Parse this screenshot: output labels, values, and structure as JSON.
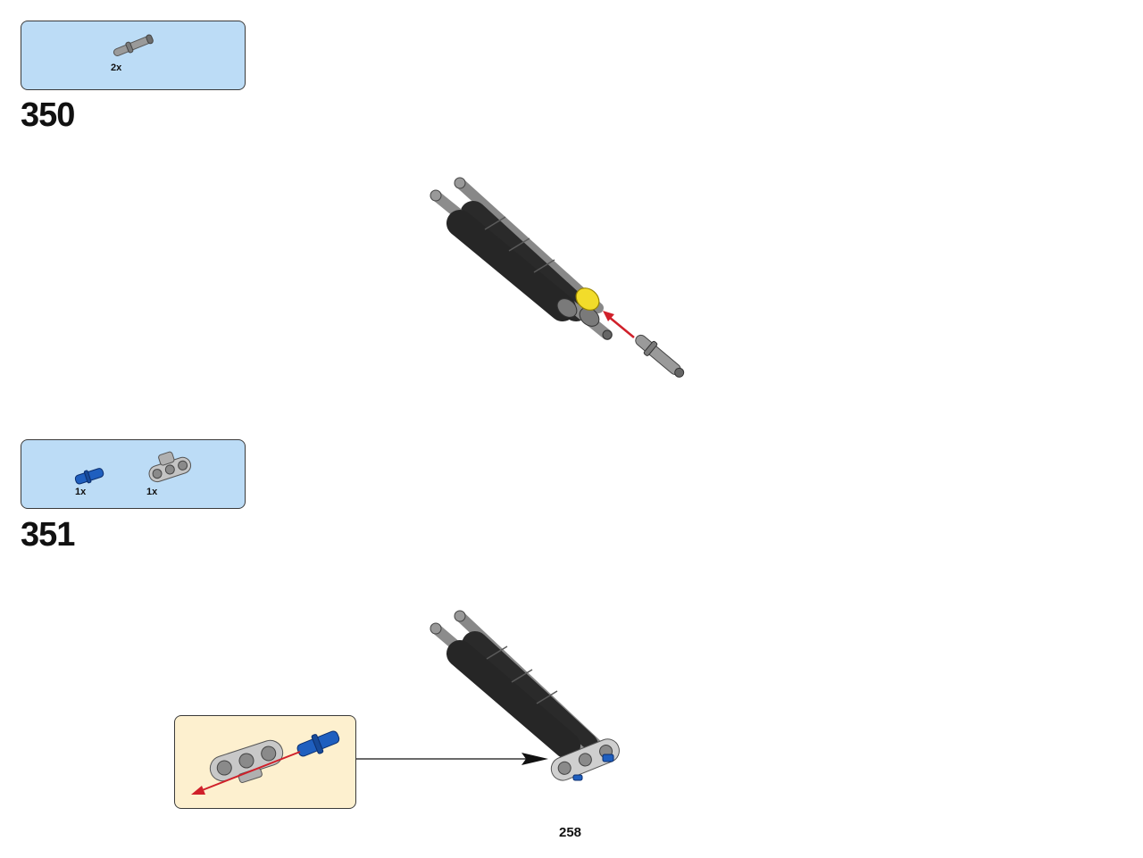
{
  "steps": [
    {
      "number": "350",
      "parts": [
        {
          "icon": "pin-with-friction-ridges-icon",
          "quantity": "2x",
          "color": "#8a8a8a"
        }
      ]
    },
    {
      "number": "351",
      "parts": [
        {
          "icon": "blue-axle-pin-icon",
          "quantity": "1x",
          "color": "#1f5fbf"
        },
        {
          "icon": "beam-3-hole-connector-icon",
          "quantity": "1x",
          "color": "#b8b8b8"
        }
      ]
    }
  ],
  "page_number": "258",
  "colors": {
    "parts_box_bg": "#bcdcf6",
    "subassembly_bg": "#fdf0cf",
    "arrow_red": "#d0202a",
    "highlight_yellow": "#f2dc2a",
    "dark_rubber": "#2a2a2a"
  }
}
